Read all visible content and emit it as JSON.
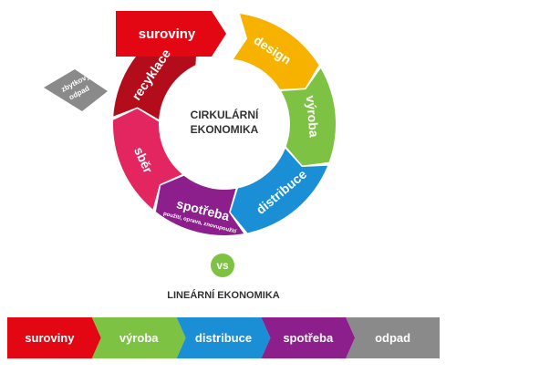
{
  "circular": {
    "title_line1": "CIRKULÁRNÍ",
    "title_line2": "EKONOMIKA",
    "start_label": "suroviny",
    "segments": [
      {
        "label": "design",
        "sublabel": "",
        "color": "#f7b200"
      },
      {
        "label": "výroba",
        "sublabel": "",
        "color": "#7dc242"
      },
      {
        "label": "distribuce",
        "sublabel": "",
        "color": "#1a8fd6"
      },
      {
        "label": "spotřeba",
        "sublabel": "použití, oprava, znovupoužití",
        "color": "#8c1f8c"
      },
      {
        "label": "sběr",
        "sublabel": "",
        "color": "#e32660"
      },
      {
        "label": "recyklace",
        "sublabel": "",
        "color": "#b30d1b"
      }
    ],
    "start_color": "#e30613",
    "waste_label_line1": "zbytkový",
    "waste_label_line2": "odpad",
    "waste_color": "#8a8a8a"
  },
  "vs": "vs",
  "linear": {
    "title": "LINEÁRNÍ EKONOMIKA",
    "steps": [
      {
        "label": "suroviny",
        "color": "#e30613"
      },
      {
        "label": "výroba",
        "color": "#7dc242"
      },
      {
        "label": "distribuce",
        "color": "#1a8fd6"
      },
      {
        "label": "spotřeba",
        "color": "#8c1f8c"
      },
      {
        "label": "odpad",
        "color": "#8a8a8a"
      }
    ]
  }
}
